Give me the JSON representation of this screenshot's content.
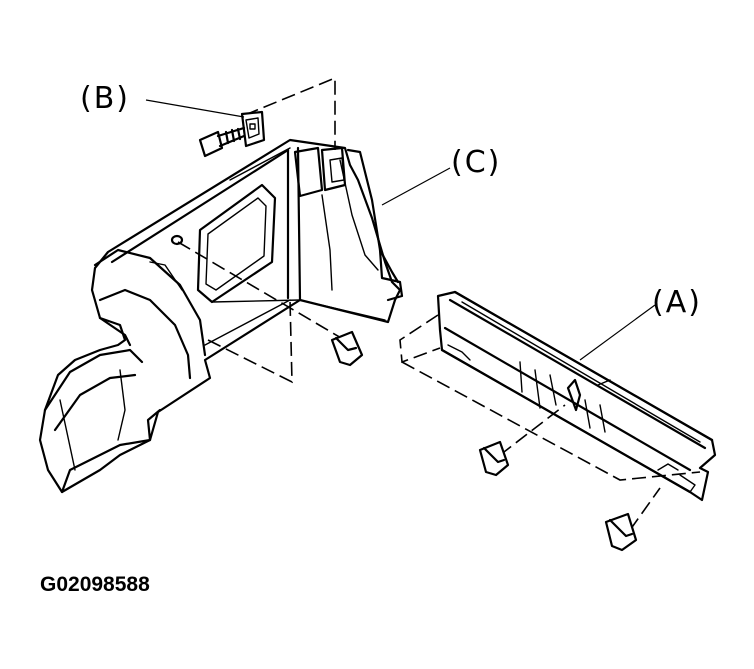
{
  "callouts": {
    "a": "(A)",
    "b": "(B)",
    "c": "(C)"
  },
  "figure_code": "G02098588"
}
